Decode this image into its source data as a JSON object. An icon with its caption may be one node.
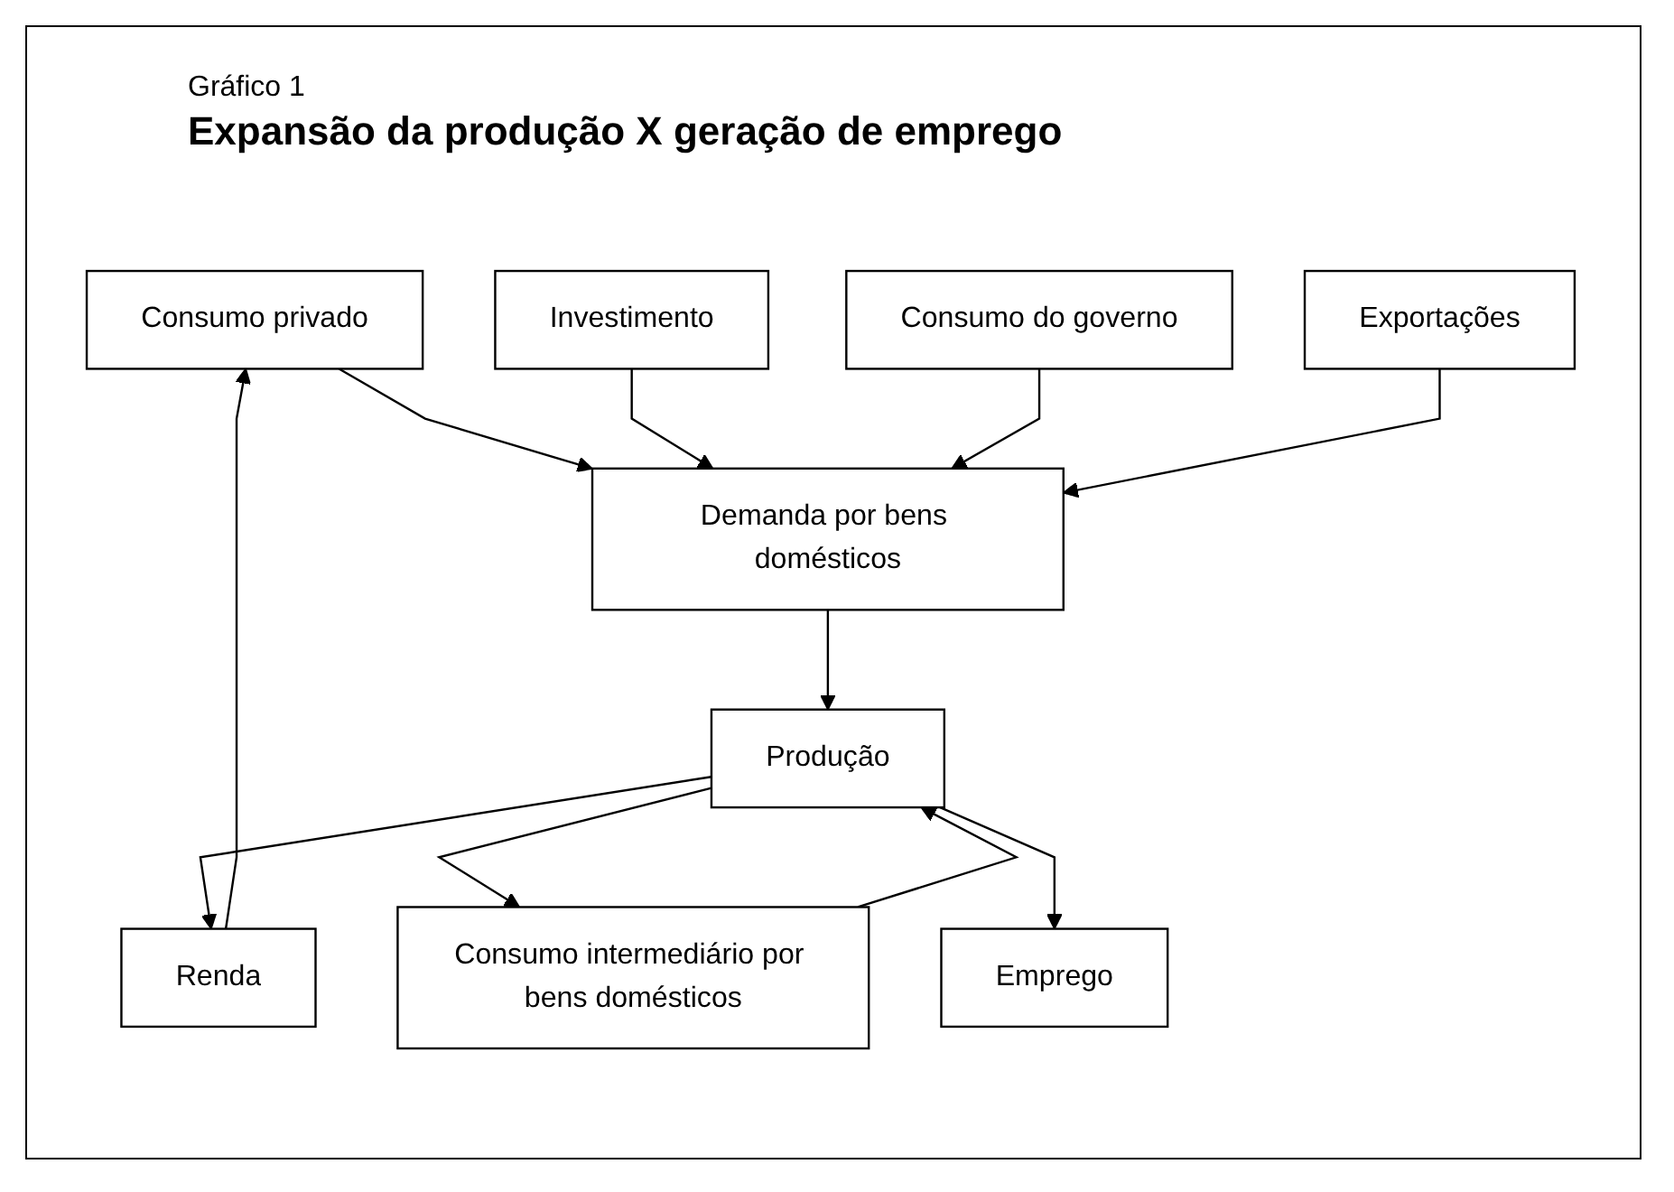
{
  "diagram": {
    "title": "Expansão da produção X geração de emprego",
    "nodes": [
      {
        "text": [
          "Consumo privado"
        ]
      },
      {
        "text": [
          "Investimento"
        ]
      },
      {
        "text": [
          "Consumo do governo"
        ]
      },
      {
        "text": [
          "Exportações"
        ]
      },
      {
        "text": [
          "Demanda por bens domésticos"
        ]
      },
      {
        "text": [
          "Consumo intermediário por bens domésticos"
        ]
      },
      {
        "text": [
          "Renda"
        ]
      },
      {
        "text": [
          "Produção"
        ]
      },
      {
        "text": [
          "Emprego"
        ]
      }
    ],
    "edges": [
      {
        "from": 0,
        "to": 4,
        "arrow": "to"
      },
      {
        "from": 1,
        "to": 4,
        "arrow": "to"
      },
      {
        "from": 2,
        "to": 4,
        "arrow": "to"
      },
      {
        "from": 3,
        "to": 4,
        "arrow": "to"
      },
      {
        "from": 4,
        "to": 7,
        "arrow": "to"
      },
      {
        "from": 5,
        "to": 7,
        "arrow": "to"
      },
      {
        "from": 7,
        "to": 6,
        "arrow": "to"
      },
      {
        "from": 6,
        "to": 0,
        "arrow": "to"
      },
      {
        "from": 7,
        "to": 5,
        "arrow": "to"
      },
      {
        "from": 7,
        "to": 8,
        "arrow": "to"
      }
    ],
    "labels": [
      "Gráfico 1"
    ]
  }
}
